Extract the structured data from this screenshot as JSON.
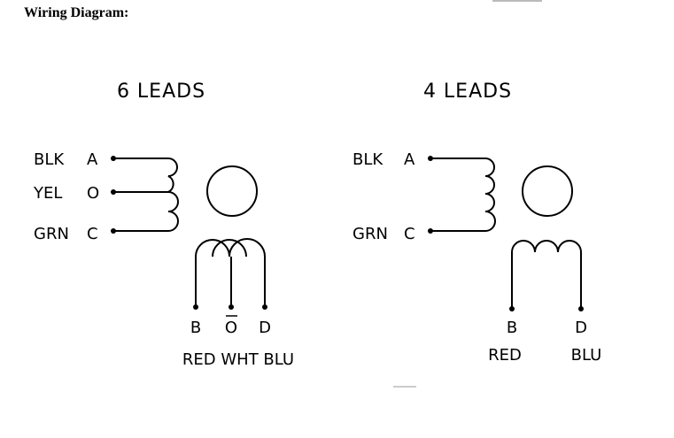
{
  "page": {
    "title": "Wiring Diagram:"
  },
  "six_leads": {
    "heading": "6 LEADS",
    "left_leads": [
      {
        "wire": "BLK",
        "terminal": "A"
      },
      {
        "wire": "YEL",
        "terminal": "O"
      },
      {
        "wire": "GRN",
        "terminal": "C"
      }
    ],
    "bottom_terminals": [
      "B",
      "O",
      "D"
    ],
    "bottom_wires": "RED WHT BLU"
  },
  "four_leads": {
    "heading": "4 LEADS",
    "left_leads": [
      {
        "wire": "BLK",
        "terminal": "A"
      },
      {
        "wire": "GRN",
        "terminal": "C"
      }
    ],
    "bottom_terminals": [
      "B",
      "D"
    ],
    "bottom_wires": [
      "RED",
      "BLU"
    ]
  }
}
